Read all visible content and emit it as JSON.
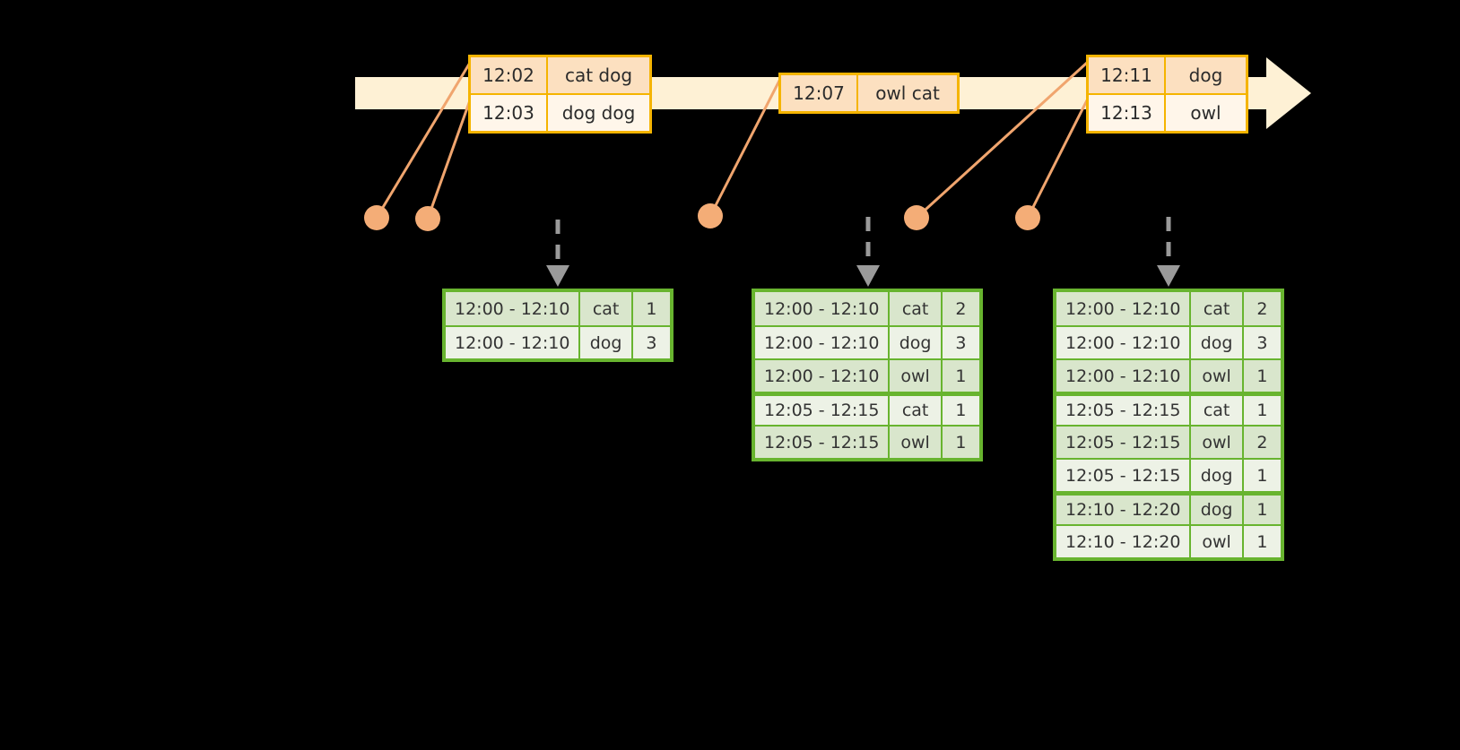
{
  "diagram": {
    "title": "windowed-aggregation-timeline",
    "colors": {
      "background": "#000000",
      "timeline_band": "#FEF1D5",
      "event_border": "#F5B400",
      "event_fill": "#FFF6EA",
      "event_fill_shaded": "#FCE0C0",
      "connector": "#F0A56E",
      "table_border": "#68B42F",
      "table_row_odd": "#D9E6CC",
      "table_row_even": "#EDF2E6",
      "arrow": "#9A9A9A"
    }
  },
  "timeline": {
    "label": "event-time-axis",
    "events": [
      {
        "group": "event-group-1",
        "rows": [
          {
            "time": "12:02",
            "payload": "cat dog"
          },
          {
            "time": "12:03",
            "payload": "dog dog"
          }
        ]
      },
      {
        "group": "event-group-2",
        "rows": [
          {
            "time": "12:07",
            "payload": "owl cat"
          }
        ]
      },
      {
        "group": "event-group-3",
        "rows": [
          {
            "time": "12:11",
            "payload": "dog"
          },
          {
            "time": "12:13",
            "payload": "owl"
          }
        ]
      }
    ]
  },
  "results": {
    "columns": [
      "window",
      "key",
      "count"
    ],
    "tables": [
      {
        "name": "result-table-1",
        "rows": [
          {
            "window": "12:00 - 12:10",
            "key": "cat",
            "count": "1",
            "group_start": false
          },
          {
            "window": "12:00 - 12:10",
            "key": "dog",
            "count": "3",
            "group_start": false
          }
        ]
      },
      {
        "name": "result-table-2",
        "rows": [
          {
            "window": "12:00 - 12:10",
            "key": "cat",
            "count": "2",
            "group_start": false
          },
          {
            "window": "12:00 - 12:10",
            "key": "dog",
            "count": "3",
            "group_start": false
          },
          {
            "window": "12:00 - 12:10",
            "key": "owl",
            "count": "1",
            "group_start": false
          },
          {
            "window": "12:05 - 12:15",
            "key": "cat",
            "count": "1",
            "group_start": true
          },
          {
            "window": "12:05 - 12:15",
            "key": "owl",
            "count": "1",
            "group_start": false
          }
        ]
      },
      {
        "name": "result-table-3",
        "rows": [
          {
            "window": "12:00 - 12:10",
            "key": "cat",
            "count": "2",
            "group_start": false
          },
          {
            "window": "12:00 - 12:10",
            "key": "dog",
            "count": "3",
            "group_start": false
          },
          {
            "window": "12:00 - 12:10",
            "key": "owl",
            "count": "1",
            "group_start": false
          },
          {
            "window": "12:05 - 12:15",
            "key": "cat",
            "count": "1",
            "group_start": true
          },
          {
            "window": "12:05 - 12:15",
            "key": "owl",
            "count": "2",
            "group_start": false
          },
          {
            "window": "12:05 - 12:15",
            "key": "dog",
            "count": "1",
            "group_start": false
          },
          {
            "window": "12:10 - 12:20",
            "key": "dog",
            "count": "1",
            "group_start": true
          },
          {
            "window": "12:10 - 12:20",
            "key": "owl",
            "count": "1",
            "group_start": false
          }
        ]
      }
    ]
  }
}
